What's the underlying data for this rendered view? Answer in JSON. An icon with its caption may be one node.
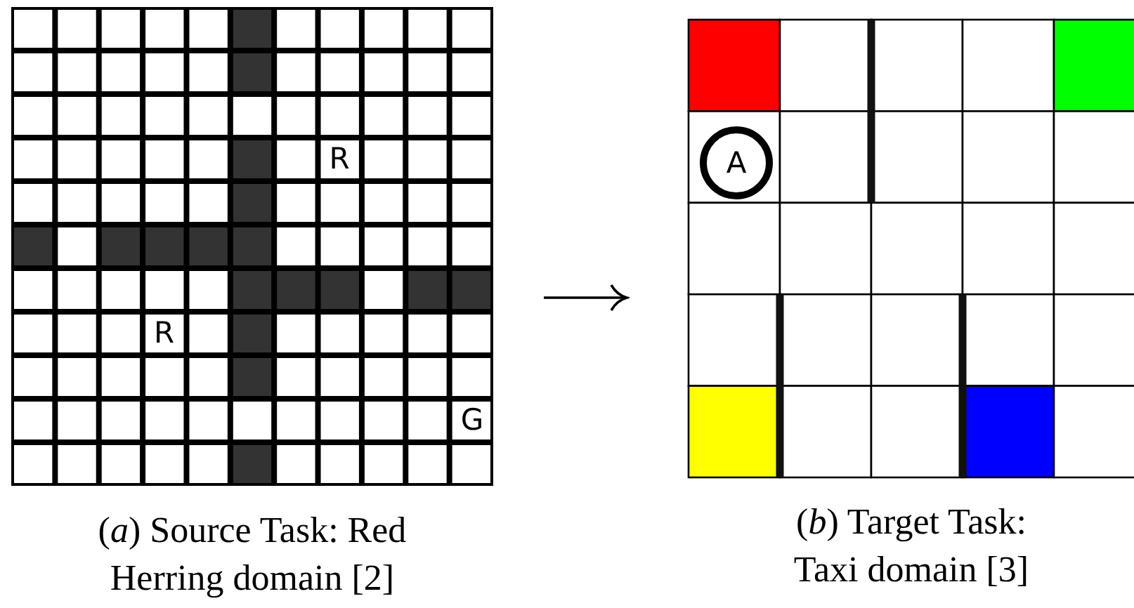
{
  "diagram": {
    "nodes": [
      {
        "text": [
          "(*a*) Source Task: Red Herring domain [2]"
        ]
      },
      {
        "text": [
          "(*b*) Target Task: Taxi domain [3]"
        ]
      },
      {
        "text": [
          "A"
        ],
        "in": 1
      }
    ],
    "edges": [
      {
        "from": 0,
        "to": 1,
        "arrow": "to"
      }
    ],
    "labels": [
      "R",
      "R",
      "G"
    ]
  }
}
